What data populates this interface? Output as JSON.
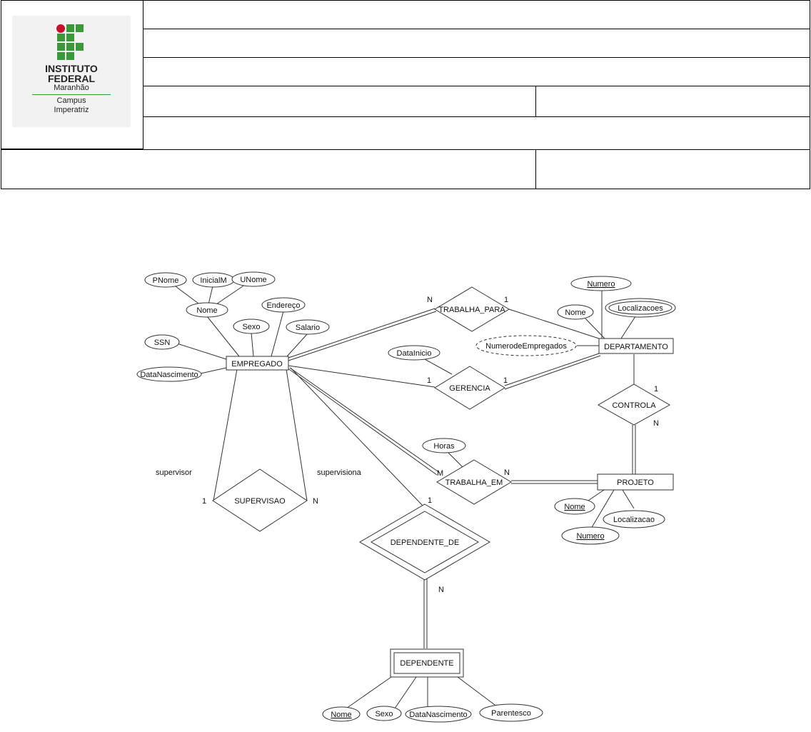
{
  "logo": {
    "line1": "INSTITUTO",
    "line2": "FEDERAL",
    "line3": "Maranhão",
    "line4": "Campus",
    "line5": "Imperatriz",
    "green": "#3a9a3a",
    "red": "#c8102e"
  },
  "diagram": {
    "attributes": {
      "pnome": "PNome",
      "inicialm": "InicialM",
      "unome": "UNome",
      "nome_emp": "Nome",
      "endereco": "Endereço",
      "sexo_emp": "Sexo",
      "salario": "Salario",
      "ssn": "SSN",
      "datanasc_emp": "DataNascimento",
      "datainicio": "DataInicio",
      "horas": "Horas",
      "numero_dep": "Numero",
      "nome_dep": "Nome",
      "localizacoes": "Localizacoes",
      "numempregados": "NumerodeEmpregados",
      "nome_proj": "Nome",
      "localizacao": "Localizacao",
      "numero_proj": "Numero",
      "nome_dnt": "Nome",
      "sexo_dnt": "Sexo",
      "datanasc_dnt": "DataNascimento",
      "parentesco": "Parentesco"
    },
    "entities": {
      "empregado": "EMPREGADO",
      "departamento": "DEPARTAMENTO",
      "projeto": "PROJETO",
      "dependente": "DEPENDENTE"
    },
    "relationships": {
      "trabalha_para": "TRABALHA_PARA",
      "gerencia": "GERENCIA",
      "controla": "CONTROLA",
      "trabalha_em": "TRABALHA_EM",
      "supervisao": "SUPERVISAO",
      "dependente_de": "DEPENDENTE_DE"
    },
    "roles": {
      "supervisor": "supervisor",
      "supervisiona": "supervisiona"
    },
    "cardinalities": {
      "tp_emp": "N",
      "tp_dep": "1",
      "ger_emp": "1",
      "ger_dep": "1",
      "ctl_dep": "1",
      "ctl_proj": "N",
      "te_emp": "M",
      "te_proj": "N",
      "sup_left": "1",
      "sup_right": "N",
      "dd_emp": "1",
      "dd_dnt": "N"
    }
  }
}
